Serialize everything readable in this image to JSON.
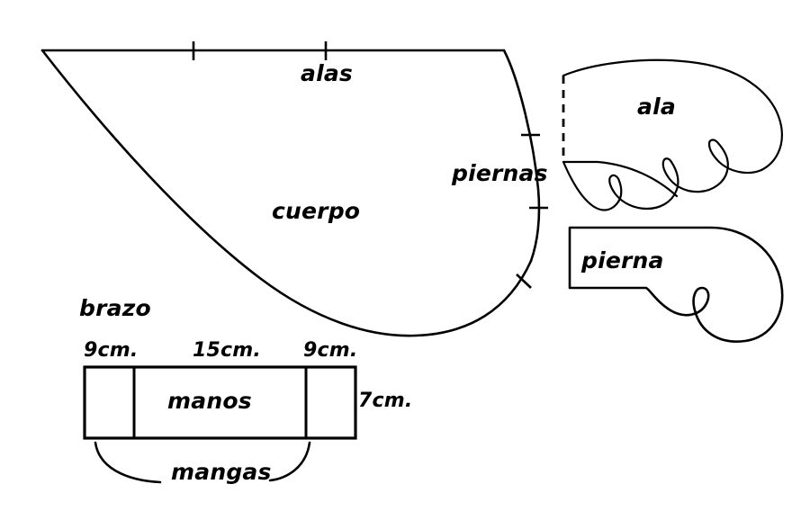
{
  "document": {
    "title": "Patron de muneco de fieltro",
    "language": "es",
    "background_color": "#ffffff",
    "line_color": "#000000"
  },
  "pieces": {
    "body": {
      "label": "cuerpo",
      "edge_labels": {
        "top": "alas",
        "right": "piernas"
      },
      "notch_count": 5
    },
    "wing": {
      "label": "ala",
      "fold_edge": "dashed-left",
      "feather_lobes": 3
    },
    "leg": {
      "label": "pierna"
    },
    "arm_strip": {
      "label": "brazo",
      "center_label": "manos",
      "bracket_label": "mangas",
      "measurements": {
        "left_segment": "9cm.",
        "center_segment": "15cm.",
        "right_segment": "9cm.",
        "height": "7cm."
      }
    }
  }
}
